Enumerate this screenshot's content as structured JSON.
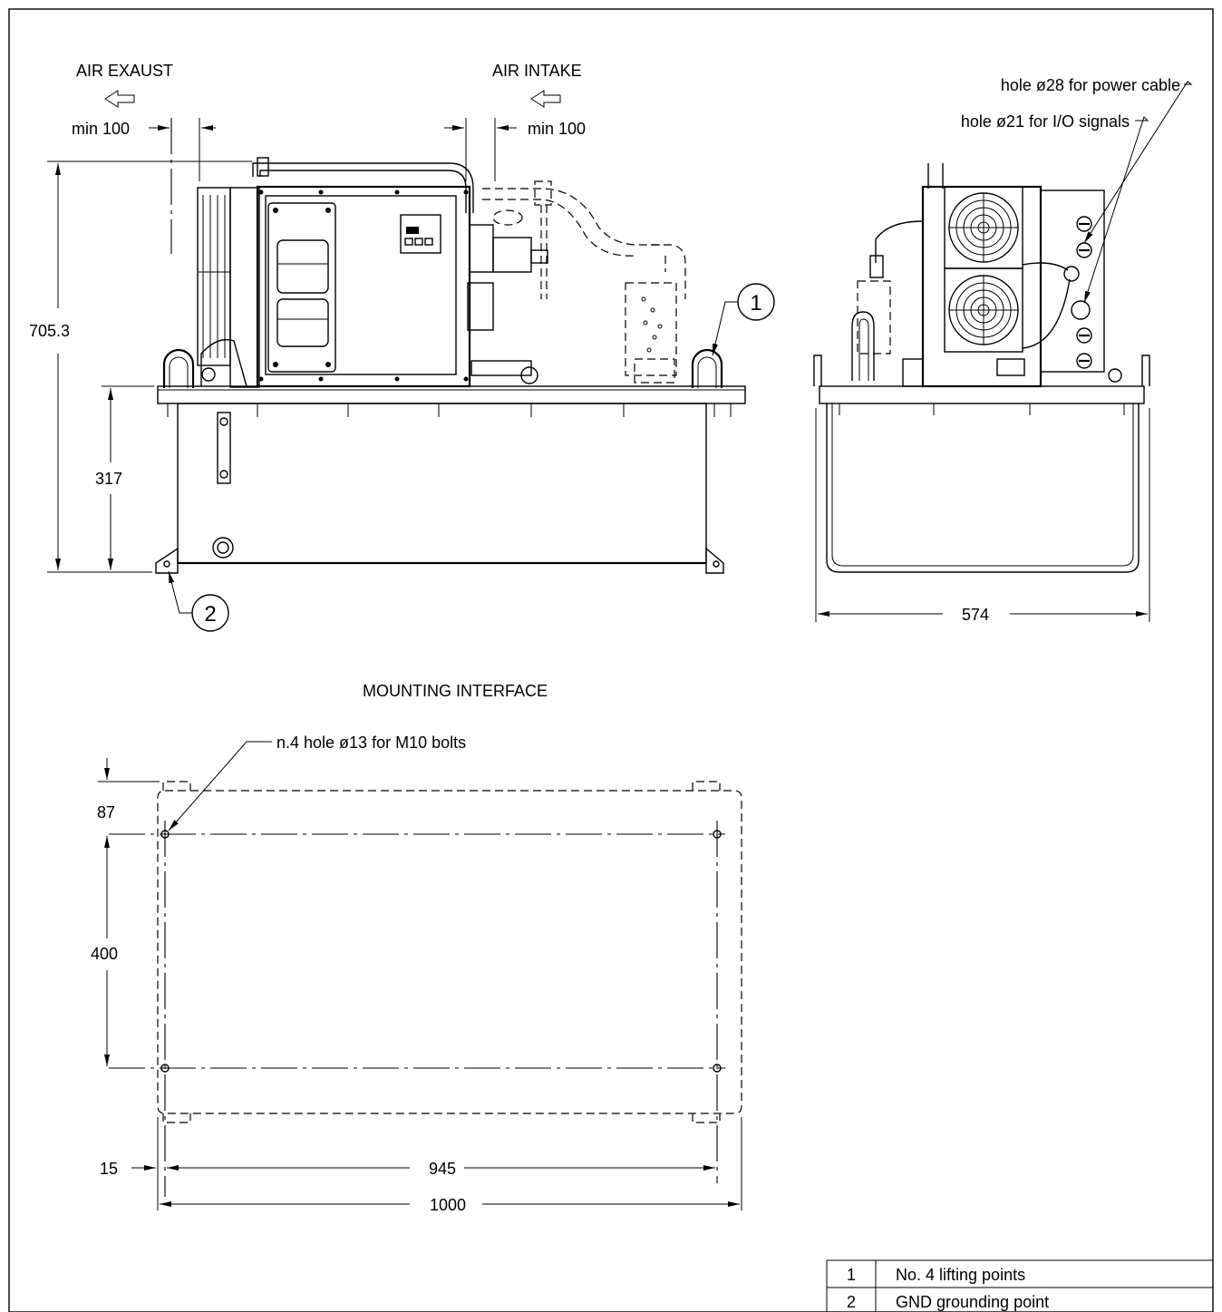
{
  "labels": {
    "air_exhaust": "AIR EXAUST",
    "air_intake": "AIR INTAKE",
    "min_left": "min 100",
    "min_right": "min 100",
    "hole_power": "hole ø28 for power cable",
    "hole_io": "hole ø21 for I/O signals",
    "mounting_title": "MOUNTING INTERFACE",
    "mount_holes": "n.4 hole ø13 for M10 bolts"
  },
  "dimensions": {
    "total_height": "705.3",
    "base_height": "317",
    "side_width": "574",
    "mount_offset_top": "87",
    "mount_hole_spacing_y": "400",
    "mount_offset_left": "15",
    "mount_hole_spacing_x": "945",
    "mount_total_width": "1000"
  },
  "callouts": {
    "c1": "1",
    "c2": "2"
  },
  "legend": {
    "rows": [
      {
        "num": "1",
        "desc": "No. 4 lifting points"
      },
      {
        "num": "2",
        "desc": "GND grounding point"
      }
    ]
  }
}
